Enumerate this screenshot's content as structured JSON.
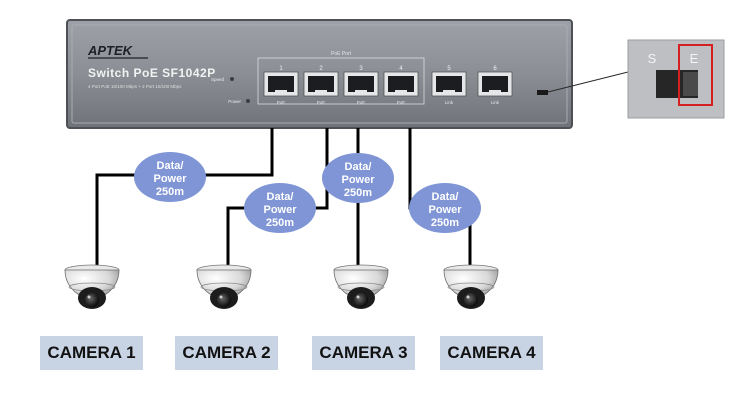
{
  "switch": {
    "brand": "APTEK",
    "model": "Switch PoE SF1042P",
    "spec": "4 Port PoE 10/100 Mbps + 2 Port 10/100 Mbps",
    "poe_group_label": "PoE Port",
    "speed_label": "Speed",
    "power_label": "Power",
    "ports": [
      {
        "number": "1",
        "tag": "PoE"
      },
      {
        "number": "2",
        "tag": "PoE"
      },
      {
        "number": "3",
        "tag": "PoE"
      },
      {
        "number": "4",
        "tag": "PoE"
      },
      {
        "number": "5",
        "tag": "Link"
      },
      {
        "number": "6",
        "tag": "Link"
      }
    ]
  },
  "dip_switch": {
    "left": "S",
    "right": "E"
  },
  "links": [
    {
      "lines": [
        "Data/",
        "Power",
        "250m"
      ]
    },
    {
      "lines": [
        "Data/",
        "Power",
        "250m"
      ]
    },
    {
      "lines": [
        "Data/",
        "Power",
        "250m"
      ]
    },
    {
      "lines": [
        "Data/",
        "Power",
        "250m"
      ]
    }
  ],
  "cameras": [
    {
      "label": "CAMERA 1"
    },
    {
      "label": "CAMERA 2"
    },
    {
      "label": "CAMERA 3"
    },
    {
      "label": "CAMERA 4"
    }
  ],
  "colors": {
    "switch_body": "#8d9197",
    "switch_dark": "#3c4045",
    "bubble": "#7f95d6",
    "label_bg": "#c8d4e4",
    "highlight": "#d42020"
  }
}
